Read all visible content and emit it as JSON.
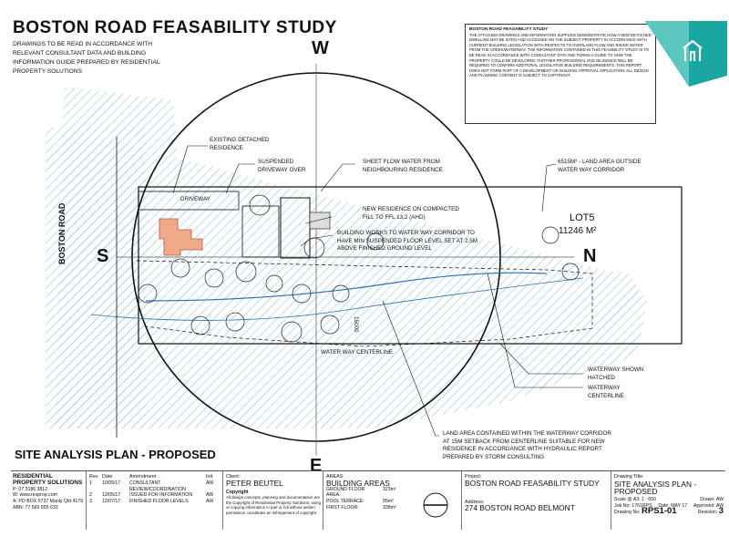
{
  "header": {
    "title": "BOSTON ROAD FEASABILITY STUDY",
    "lead_note": "DRAWINGS TO BE READ IN ACCORDANCE WITH RELEVANT CONSULTANT DATA AND BUILDING INFORMATION GUIDE PREPARED BY RESIDENTIAL PROPERTY SOLUTIONS"
  },
  "disclaimer": {
    "title": "BOSTON ROAD FEASABILITY STUDY",
    "body": "THE ATTACHED DRAWINGS AND INFORMATION SUPPLIED DEMONSTRATE HOW A NEW DETACHED DWELLING MAY BE SITED AND ACCESSED ON THE SUBJECT PROPERTY IN ACCORDANCE WITH CURRENT BUILDING LEGISLATION WITH RESPECTS TO OVERLAND FLOW AND RISING WATER FROM THE CREEK/WATERWAY. THE INFORMATION CONTAINED IN THIS FEASIBILITY STUDY IS TO BE READ IN ACCORDANCE WITH CONSULTANT DATA AND FORMS A GUIDE TO HOW THE PROPERTY COULD BE DEVELOPED. FURTHER PROFESSIONAL DUE DILIGENCE WILL BE REQUIRED TO CONFIRM ADDITIONAL LEGISLATIVE BUILDING REQUIREMENTS. THIS REPORT DOES NOT FORM PART OF A DEVELOPMENT OR BUILDING APPROVAL APPLICATION. ALL DESIGN AND PLANNING CONTENT IS SUBJECT TO COPYRIGHT."
  },
  "compass": {
    "north": "N",
    "south": "S",
    "east": "E",
    "west": "W"
  },
  "plan": {
    "road": "BOSTON ROAD",
    "driveway": "DRIVEWAY",
    "lot": "LOT5",
    "lot_area": "11246 m²",
    "setback_dim": "15000",
    "centerline": "WATER WAY CENTERLINE",
    "labels": {
      "existing": "EXISTING DETACHED RESIDENCE",
      "suspended": "SUSPENDED DRIVEWAY OVER",
      "sheetflow": "SHEET FLOW WATER FROM NEIGHBOURING RESIDENCE",
      "land_outside": "6515m² - LAND AREA OUTSIDE WATER WAY CORRIDOR",
      "new_res": "NEW RESIDENCE ON COMPACTED FILL TO FFL 13.2 (AHD)",
      "building_works": "BUILDING WORKS TO WATER WAY CORRIDOR TO HAVE MIN SUSPENDED FLOOR LEVEL SET AT 2.5M ABOVE FINISHED GROUND LEVEL",
      "waterway_hatched": "WATERWAY SHOWN HATCHED",
      "waterway_cl": "WATERWAY CENTERLINE",
      "land_within": "LAND AREA CONTAINED WITHIN THE WATERWAY CORRIDOR AT 15M SETBACK FROM CENTERLINE SUITABLE FOR NEW RESIDENCE IN ACCORDANCE WITH HYDRAULIC REPORT PREPARED BY STORM CONSULTING"
    }
  },
  "sheet_subtitle": "SITE ANALYSIS PLAN - PROPOSED",
  "title_block": {
    "company": "RESIDENTIAL PROPERTY SOLUTIONS",
    "contact": [
      "P: 07 3186 3812",
      "W: www.resprop.com",
      "A: PO BOX 5737 Manly Qld 4179",
      "ABN: 77 565 655 633"
    ],
    "rev_headers": [
      "Rev",
      "Date",
      "Amendment",
      "Init"
    ],
    "revisions": [
      [
        "1",
        "10/05/17",
        "CONSULTANT REVIEW/COORDINATION",
        "AW"
      ],
      [
        "2",
        "12/05/17",
        "ISSUED FOR INFORMATION",
        "AW"
      ],
      [
        "3",
        "12/07/17",
        "FINISHED FLOOR LEVELS",
        "AW"
      ]
    ],
    "client_label": "Client:",
    "client": "PETER BEUTEL",
    "copyright_label": "Copyright",
    "copyright": "All design concepts, planning and documentation are the Copyright of Residential Property Solutions, using or copying information in part or full without written permission constitutes an infringement of copyright",
    "areas_label": "AREAS:",
    "areas_title": "BUILDING AREAS",
    "areas": [
      [
        "GROUND FLOOR AREA:",
        "323m²"
      ],
      [
        "POOL TERRACE:",
        "85m²"
      ],
      [
        "FIRST FLOOR:",
        "338m²"
      ]
    ],
    "project_label": "Project:",
    "project": "BOSTON ROAD FEASABILITY STUDY",
    "address_label": "Address:",
    "address": "274 BOSTON ROAD BELMONT",
    "drawing_title_label": "Drawing Title:",
    "drawing_title": "SITE ANALYSIS PLAN - PROPOSED",
    "scale": "Scale @ A3: 1 : 650",
    "drawn": "Drawn: AW",
    "job": "Job No: 1761RPS",
    "date": "Date: MAY 17",
    "approved": "Approved: AW",
    "drawing_no_label": "Drawing No:",
    "drawing_no": "RPS1-01",
    "revision_label": "Revision:",
    "revision": "3"
  }
}
